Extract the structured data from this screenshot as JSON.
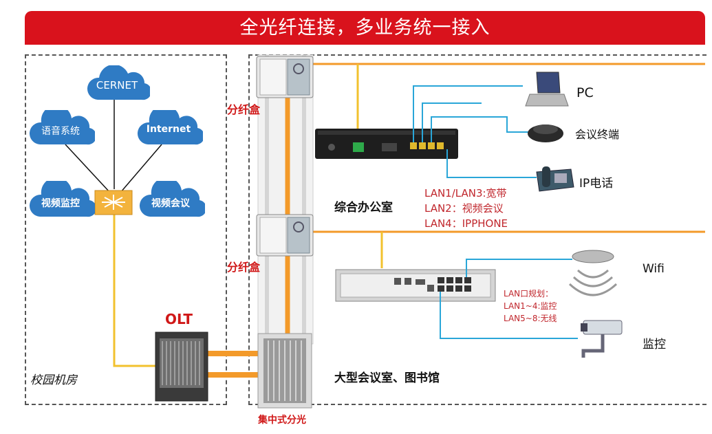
{
  "banner": {
    "title": "全光纤连接，多业务统一接入"
  },
  "left_room": {
    "label": "校园机房",
    "clouds": {
      "cernet": "CERNET",
      "voice": "语音系统",
      "internet": "Internet",
      "video_monitor": "视频监控",
      "video_conf": "视频会议"
    },
    "olt_label": "OLT"
  },
  "center": {
    "splitter_box_top": "分纤盒",
    "splitter_box_mid": "分纤盒",
    "central_split": "集中式分光"
  },
  "office": {
    "title": "综合办公室",
    "devices": {
      "pc": "PC",
      "conf_terminal": "会议终端",
      "ip_phone": "IP电话"
    },
    "lan_plan": [
      "LAN1/LAN3:宽带",
      "LAN2：视频会议",
      "LAN4：IPPHONE"
    ]
  },
  "hall": {
    "title": "大型会议室、图书馆",
    "devices": {
      "wifi": "Wifi",
      "camera": "监控"
    },
    "lan_plan": [
      "LAN口规划：",
      "LAN1~4:监控",
      "LAN5~8:无线"
    ]
  },
  "colors": {
    "banner": "#d9121c",
    "fiber": "#f39a2a",
    "ethernet": "#29a6d8",
    "label_red": "#d01818"
  }
}
